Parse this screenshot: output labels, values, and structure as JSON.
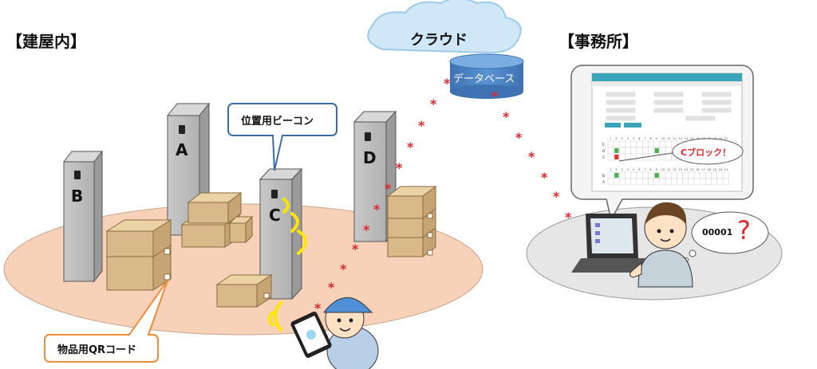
{
  "sections": {
    "building": "【建屋内】",
    "office": "【事務所】"
  },
  "cloud": {
    "label": "クラウド",
    "database_label": "データベース"
  },
  "pillars": [
    "A",
    "B",
    "C",
    "D"
  ],
  "callouts": {
    "beacon": "位置用ビーコン",
    "qr": "物品用QRコード",
    "block_found": "Cブロック！",
    "worker_question": "00001"
  },
  "screen_grid": {
    "row_labels": [
      "E",
      "D",
      "C",
      "B",
      "A"
    ],
    "column_numbers": [
      "1",
      "2",
      "3",
      "4",
      "5",
      "6",
      "7",
      "8",
      "9",
      "10",
      "11",
      "12",
      "13",
      "14",
      "15",
      "16",
      "17",
      "18",
      "19",
      "20",
      "21"
    ]
  },
  "colors": {
    "floor": "#f8d2b8",
    "office_floor": "#e6e6e6",
    "pillar": "#b8b8b8",
    "box": "#d9b98a",
    "signal_star": "#e0282f",
    "beacon_wave": "#ffe600",
    "cloud": "#cfe7f7",
    "database": "#4d83c4",
    "accent_orange": "#f08c3a",
    "question_mark": "#e0282f"
  }
}
